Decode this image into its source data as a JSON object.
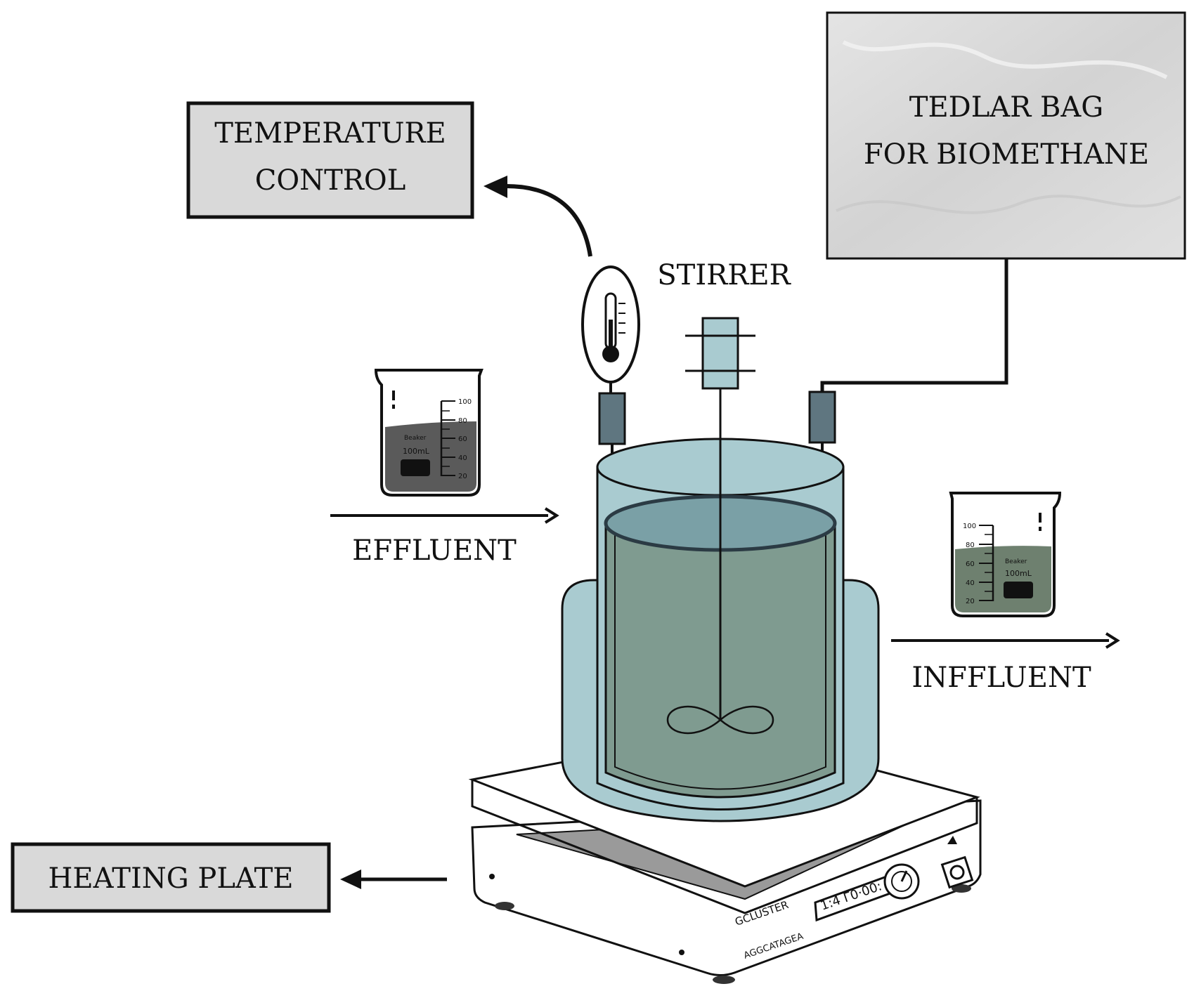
{
  "labels": {
    "temperature_control": [
      "TEMPERATURE",
      "CONTROL"
    ],
    "tedlar_bag": [
      "TEDLAR BAG",
      "FOR BIOMETHANE"
    ],
    "stirrer": "STIRRER",
    "effluent": "EFFLUENT",
    "influent": "INFFLUENT",
    "heating_plate": "HEATING PLATE"
  },
  "beaker_left": {
    "ticks": [
      "100",
      "80",
      "60",
      "40",
      "20"
    ],
    "brand": "Beaker",
    "volume": "100mL"
  },
  "beaker_right": {
    "ticks": [
      "100",
      "80",
      "60",
      "40",
      "20"
    ],
    "brand": "Beaker",
    "volume": "100mL"
  },
  "hotplate": {
    "display": "1:4 Γ0·00:",
    "brand": "GCLUSTER",
    "model": "AGGCATAGEA"
  },
  "colors": {
    "jacket": "#a9cbd0",
    "liquid": "#7f9b90",
    "liquid_top": "#7aa0a6",
    "connector": "#5f7680",
    "box_fill": "#d9d9d9",
    "beaker_liquid_left": "#5a5a5a",
    "beaker_liquid_right": "#6e806f"
  }
}
